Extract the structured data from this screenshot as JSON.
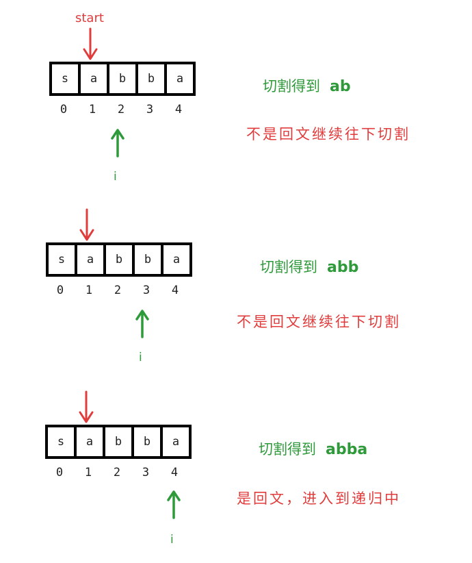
{
  "start_label": "start",
  "colors": {
    "start_arrow": "#e03c3c",
    "i_arrow": "#2e9a3a",
    "cut_text": "#2e9a3a",
    "result_text": "#e03c3c"
  },
  "steps": [
    {
      "cells": [
        "s",
        "a",
        "b",
        "b",
        "a"
      ],
      "indices": [
        "0",
        "1",
        "2",
        "3",
        "4"
      ],
      "i_label": "i",
      "cut_prefix": "切割得到",
      "cut_string": "ab",
      "result": "不是回文继续往下切割"
    },
    {
      "cells": [
        "s",
        "a",
        "b",
        "b",
        "a"
      ],
      "indices": [
        "0",
        "1",
        "2",
        "3",
        "4"
      ],
      "i_label": "i",
      "cut_prefix": "切割得到",
      "cut_string": "abb",
      "result": "不是回文继续往下切割"
    },
    {
      "cells": [
        "s",
        "a",
        "b",
        "b",
        "a"
      ],
      "indices": [
        "0",
        "1",
        "2",
        "3",
        "4"
      ],
      "i_label": "i",
      "cut_prefix": "切割得到",
      "cut_string": "abba",
      "result": "是回文，进入到递归中"
    }
  ]
}
